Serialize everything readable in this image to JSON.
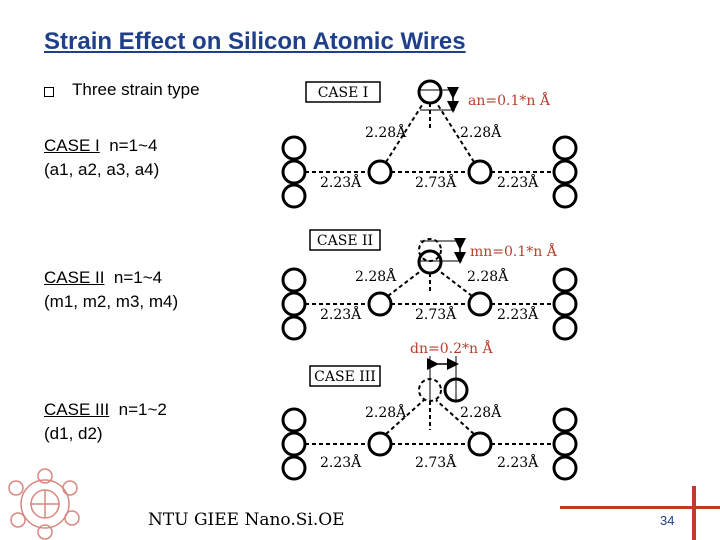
{
  "title": "Strain Effect on Silicon Atomic Wires",
  "bullet": "Three strain type",
  "cases": [
    {
      "name": "CASE I",
      "range": "n=1~4",
      "items": "(a1, a2, a3, a4)"
    },
    {
      "name": "CASE II",
      "range": "n=1~4",
      "items": "(m1, m2, m3, m4)"
    },
    {
      "name": "CASE III",
      "range": "n=1~2",
      "items": "(d1, d2)"
    }
  ],
  "diagrams": [
    {
      "label": "CASE I",
      "strain": "an=0.1*n Å",
      "bond_left": "2.28Å",
      "bond_right": "2.28Å",
      "dist_left": "2.23Å",
      "dist_center": "2.73Å",
      "dist_right": "2.23Å"
    },
    {
      "label": "CASE II",
      "strain": "mn=0.1*n Å",
      "bond_left": "2.28Å",
      "bond_right": "2.28Å",
      "dist_left": "2.23Å",
      "dist_center": "2.73Å",
      "dist_right": "2.23Å"
    },
    {
      "label": "CASE III",
      "strain": "dn=0.2*n Å",
      "bond_left": "2.28Å",
      "bond_right": "2.28Å",
      "dist_left": "2.23Å",
      "dist_center": "2.73Å",
      "dist_right": "2.23Å"
    }
  ],
  "footer": "NTU GIEE Nano.Si.OE",
  "page_number": "34",
  "colors": {
    "title": "#1f3f8a",
    "accent": "#c0392b",
    "strain_label": "#b5402f"
  }
}
